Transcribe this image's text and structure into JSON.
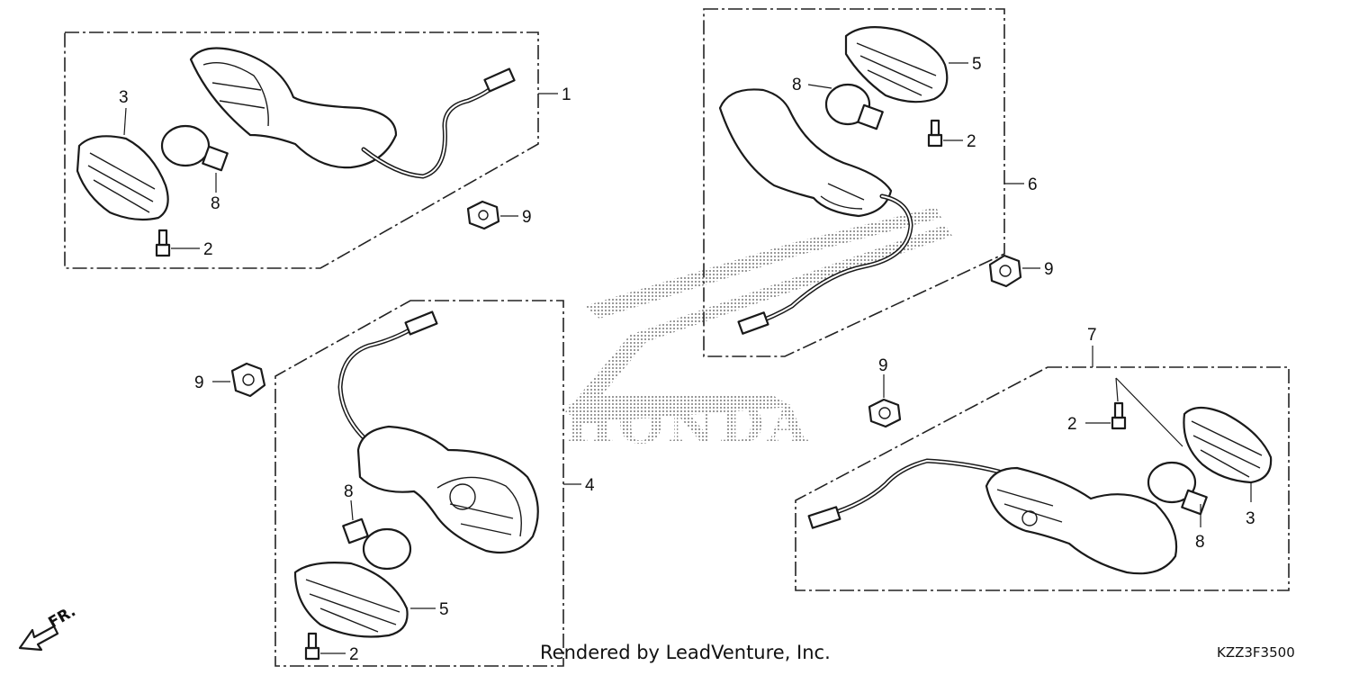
{
  "watermark": {
    "brand": "HONDA"
  },
  "callouts": {
    "c1": "1",
    "c2a": "2",
    "c3a": "3",
    "c8a": "8",
    "c9a": "9",
    "c5b": "5",
    "c8b": "8",
    "c2b": "2",
    "c6": "6",
    "c9b": "9",
    "c9c": "9",
    "c4": "4",
    "c8c": "8",
    "c5c": "5",
    "c2c": "2",
    "c7": "7",
    "c2d": "2",
    "c9d": "9",
    "c3d": "3",
    "c8d": "8"
  },
  "footer": {
    "rendered_by": "Rendered by LeadVenture, Inc.",
    "diagram_code": "KZZ3F3500",
    "direction_label": "FR."
  }
}
